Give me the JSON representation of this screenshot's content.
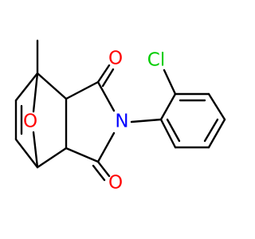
{
  "molecule": {
    "atoms": {
      "methyl_label": "",
      "bridge_oxygen": "O",
      "carbonyl_oxygen_top": "O",
      "carbonyl_oxygen_bottom": "O",
      "imide_nitrogen": "N",
      "chlorine": "Cl"
    },
    "colors": {
      "carbon_bond": "#000000",
      "oxygen": "#ff0000",
      "nitrogen": "#0000ff",
      "chlorine": "#00cc00"
    }
  }
}
